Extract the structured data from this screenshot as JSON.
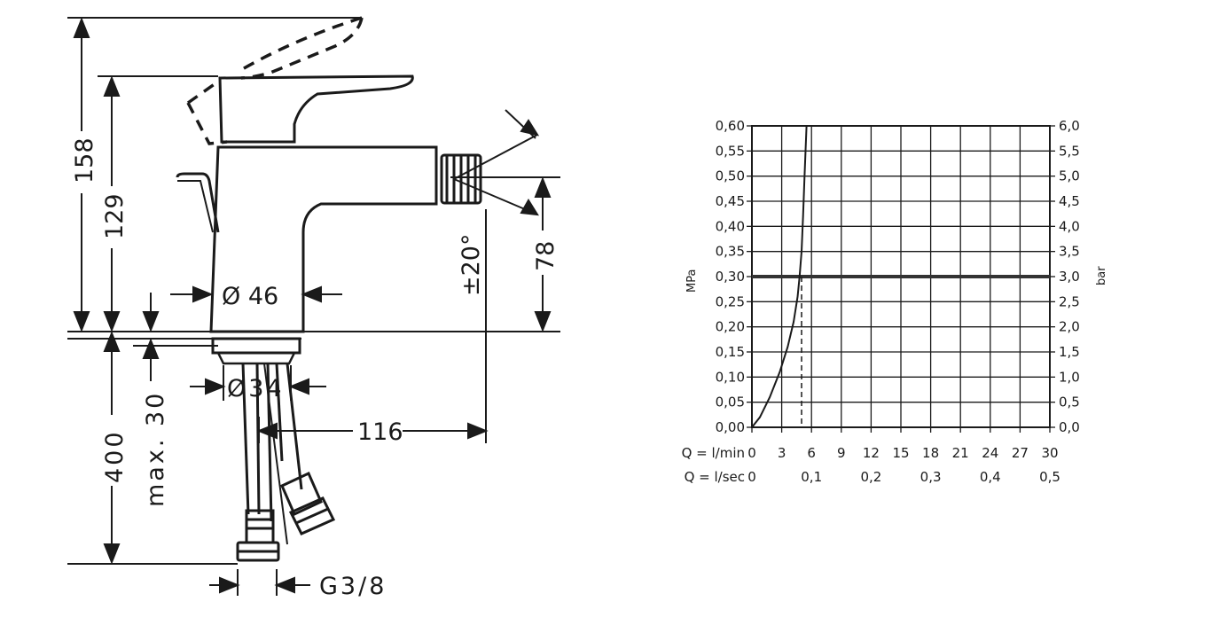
{
  "drawing": {
    "dim_158": "158",
    "dim_129": "129",
    "dim_400": "400",
    "dim_max30": "max. 30",
    "dim_dia46": "Ø 46",
    "dim_dia34": "Ø34",
    "dim_116": "116",
    "dim_angle": "±20°",
    "dim_78": "78",
    "dim_thread": "G3/8"
  },
  "chart_data": {
    "type": "line",
    "left_axis_label": "MPa",
    "right_axis_label": "bar",
    "left_ticks": [
      "0,00",
      "0,05",
      "0,10",
      "0,15",
      "0,20",
      "0,25",
      "0,30",
      "0,35",
      "0,40",
      "0,45",
      "0,50",
      "0,55",
      "0,60"
    ],
    "right_ticks": [
      "0,0",
      "0,5",
      "1,0",
      "1,5",
      "2,0",
      "2,5",
      "3,0",
      "3,5",
      "4,0",
      "4,5",
      "5,0",
      "5,5",
      "6,0"
    ],
    "ylim": [
      0,
      0.6
    ],
    "xlim": [
      0,
      30
    ],
    "grid": true,
    "x_row1_label": "Q = l/min",
    "x_row1_ticks": [
      "0",
      "3",
      "6",
      "9",
      "12",
      "15",
      "18",
      "21",
      "24",
      "27",
      "30"
    ],
    "x_row1_values": [
      0,
      3,
      6,
      9,
      12,
      15,
      18,
      21,
      24,
      27,
      30
    ],
    "x_row2_label": "Q = l/sec",
    "x_row2_ticks": [
      "0",
      "0,1",
      "0,2",
      "0,3",
      "0,4",
      "0,5"
    ],
    "x_row2_values": [
      0,
      6,
      12,
      18,
      24,
      30
    ],
    "series": [
      {
        "x": [
          0,
          0.8,
          1.8,
          2.8,
          3.6,
          4.2,
          4.6,
          4.8,
          5.0,
          5.15,
          5.3,
          5.4,
          5.5
        ],
        "y": [
          0,
          0.02,
          0.06,
          0.11,
          0.16,
          0.21,
          0.26,
          0.3,
          0.35,
          0.42,
          0.5,
          0.55,
          0.6
        ]
      }
    ],
    "reference_line_y": 0.3,
    "reference_line_x": 5.0
  }
}
